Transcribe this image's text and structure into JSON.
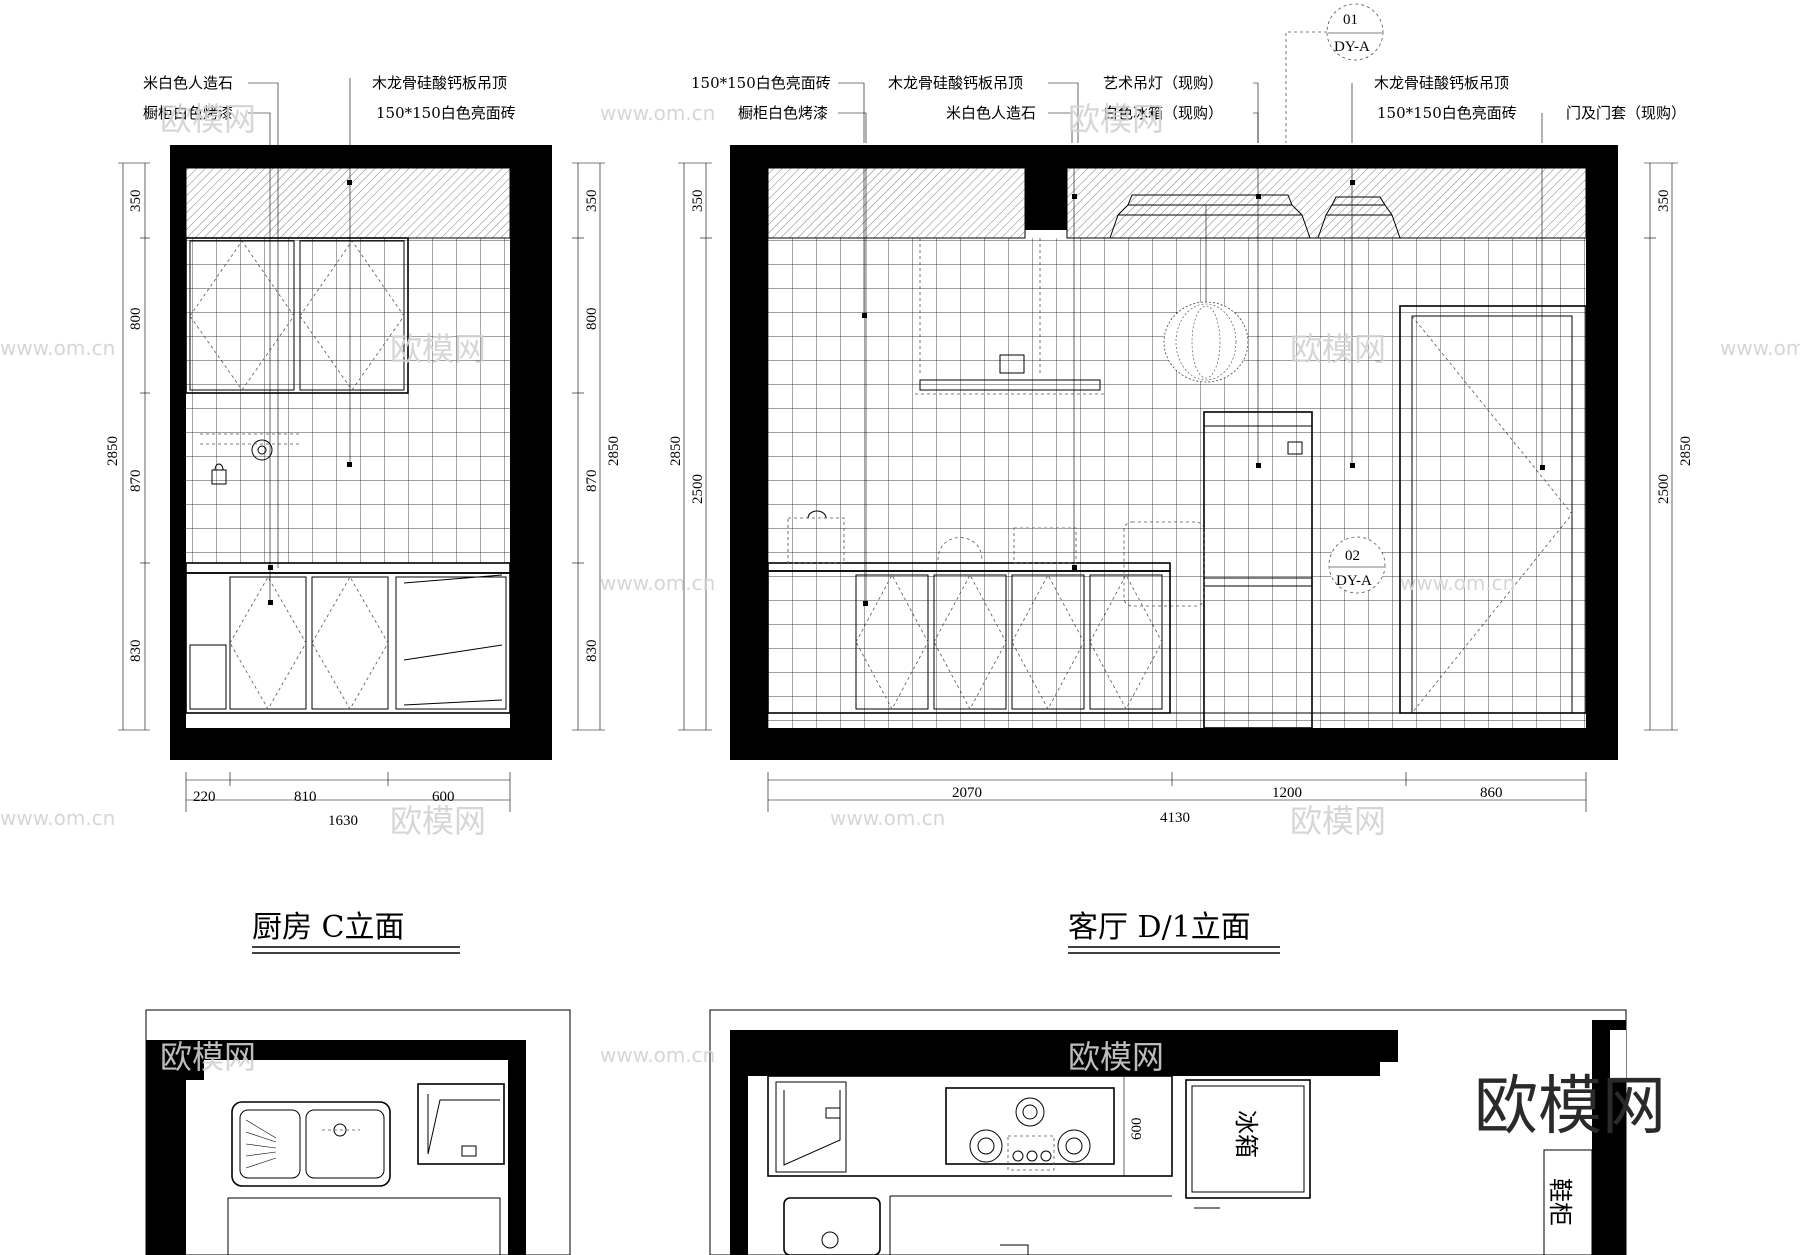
{
  "kitchen_c": {
    "title": "厨房  C立面",
    "labels": {
      "stone": "米白色人造石",
      "cabinet": "橱柜白色烤漆",
      "ceiling": "木龙骨硅酸钙板吊顶",
      "tile": "150*150白色亮面砖"
    },
    "dims_left": [
      "350",
      "800",
      "870",
      "830"
    ],
    "dims_right": [
      "350",
      "800",
      "870",
      "830"
    ],
    "dim_total_left": "2850",
    "dim_total_right": "2850",
    "dims_bottom": [
      "220",
      "810",
      "600"
    ],
    "dim_total_bottom": "1630"
  },
  "living_d": {
    "title": "客厅  D/1立面",
    "labels": {
      "tile_left": "150*150白色亮面砖",
      "cabinet": "橱柜白色烤漆",
      "ceiling_mid": "木龙骨硅酸钙板吊顶",
      "stone": "米白色人造石",
      "lamp": "艺术吊灯（现购）",
      "fridge": "白色冰箱（现购）",
      "ceiling_right": "木龙骨硅酸钙板吊顶",
      "tile_right": "150*150白色亮面砖",
      "door": "门及门套（现购）"
    },
    "dims_left": [
      "350",
      "2500"
    ],
    "dim_total_left": "2850",
    "dims_right": [
      "350",
      "2500"
    ],
    "dim_total_right": "2850",
    "dims_bottom": [
      "2070",
      "1200",
      "860"
    ],
    "dim_total_bottom": "4130",
    "callout_top": {
      "num": "01",
      "code": "DY-A"
    },
    "callout_mid": {
      "num": "02",
      "code": "DY-A"
    }
  },
  "plan": {
    "fridge": "冰箱",
    "shoe": "鞋柜",
    "dim": "600"
  },
  "watermarks": {
    "site": "www.om.cn",
    "brand": "欧模网"
  }
}
